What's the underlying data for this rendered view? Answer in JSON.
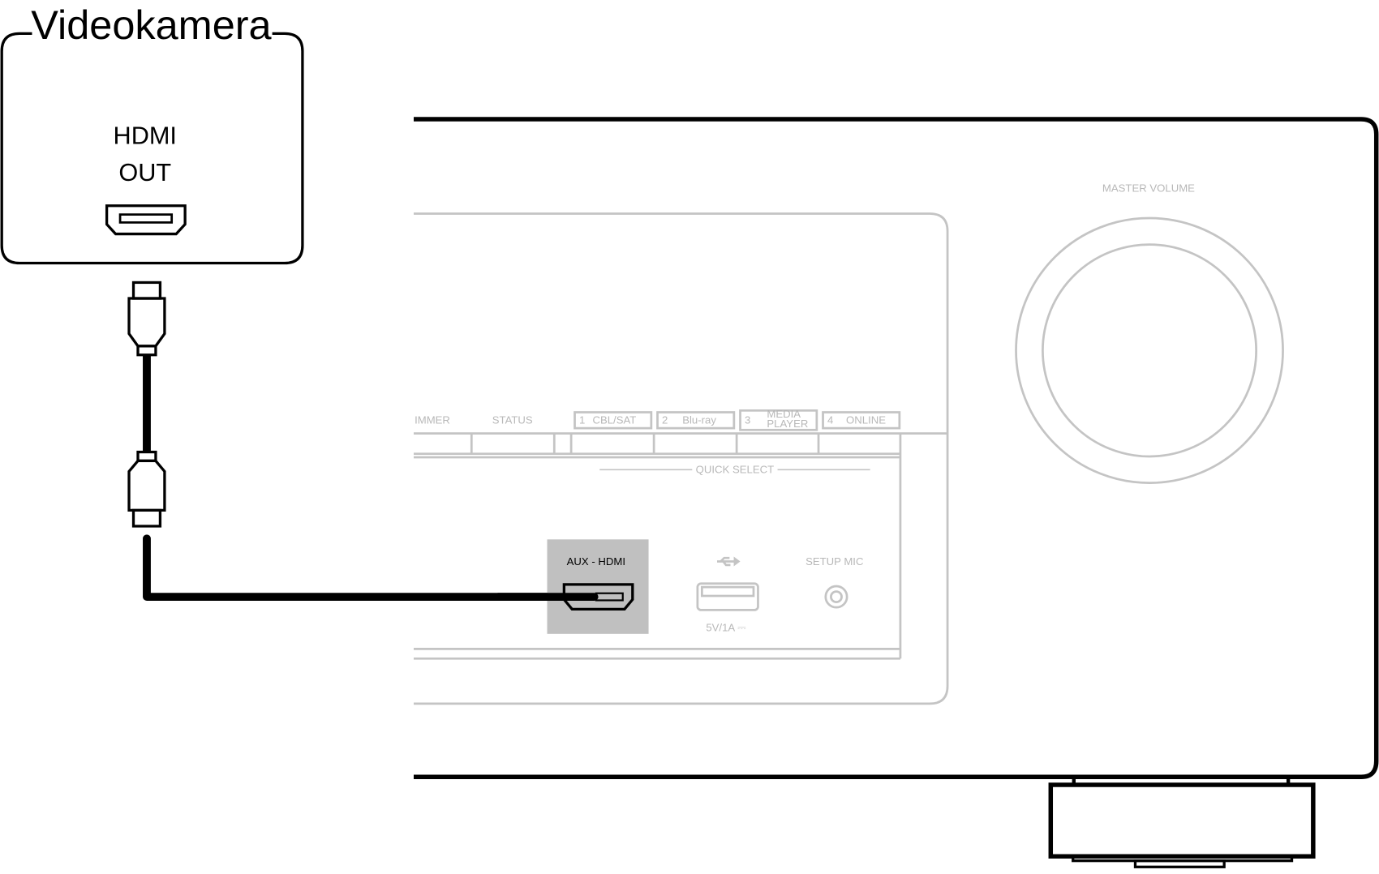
{
  "device": {
    "title": "Videokamera",
    "port_label_line1": "HDMI",
    "port_label_line2": "OUT"
  },
  "receiver": {
    "buttons": [
      "IMMER",
      "STATUS"
    ],
    "quick_select": [
      {
        "num": "1",
        "label": "CBL/SAT"
      },
      {
        "num": "2",
        "label": "Blu-ray"
      },
      {
        "num": "3",
        "label": "MEDIA",
        "label2": "PLAYER"
      },
      {
        "num": "4",
        "label": "ONLINE"
      }
    ],
    "quick_select_label": "QUICK SELECT",
    "aux_label": "AUX - HDMI",
    "usb_rating": "5V/1A ⎓",
    "setup_mic_label": "SETUP MIC",
    "master_volume_label": "MASTER VOLUME"
  },
  "colors": {
    "highlight": "#c0c0c0",
    "panel_lines": "#c4c4c4",
    "cable": "#000000"
  }
}
